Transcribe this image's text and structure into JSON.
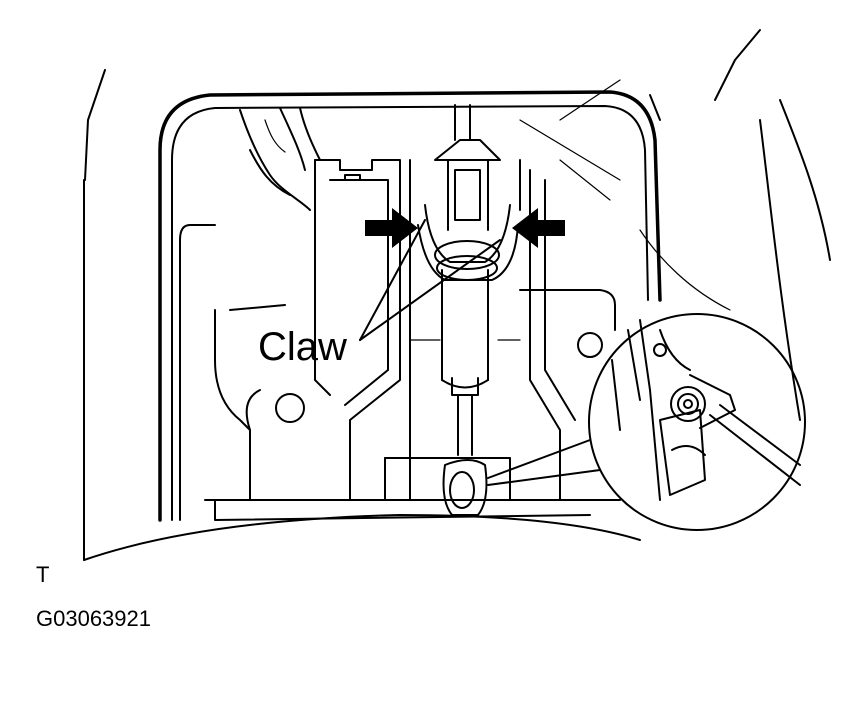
{
  "labels": {
    "claw": "Claw",
    "view_letter": "T",
    "figure_code": "G03063921"
  },
  "colors": {
    "line": "#000000",
    "background": "#ffffff"
  }
}
